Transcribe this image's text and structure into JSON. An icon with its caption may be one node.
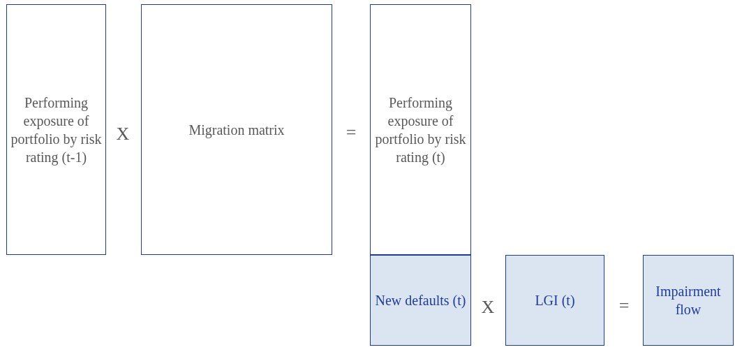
{
  "diagram": {
    "nodes": [
      {
        "text": [
          "Performing exposure of portfolio by risk rating (t-1)"
        ]
      },
      {
        "text": [
          "Migration matrix"
        ]
      },
      {
        "text": [
          "Performing exposure of portfolio by risk rating (t)"
        ]
      },
      {
        "text": [
          "New defaults (t)"
        ]
      },
      {
        "text": [
          "LGI (t)"
        ]
      },
      {
        "text": [
          "Impairment flow"
        ]
      }
    ],
    "edges": [],
    "labels": [
      "X",
      "=",
      "X",
      "="
    ]
  }
}
